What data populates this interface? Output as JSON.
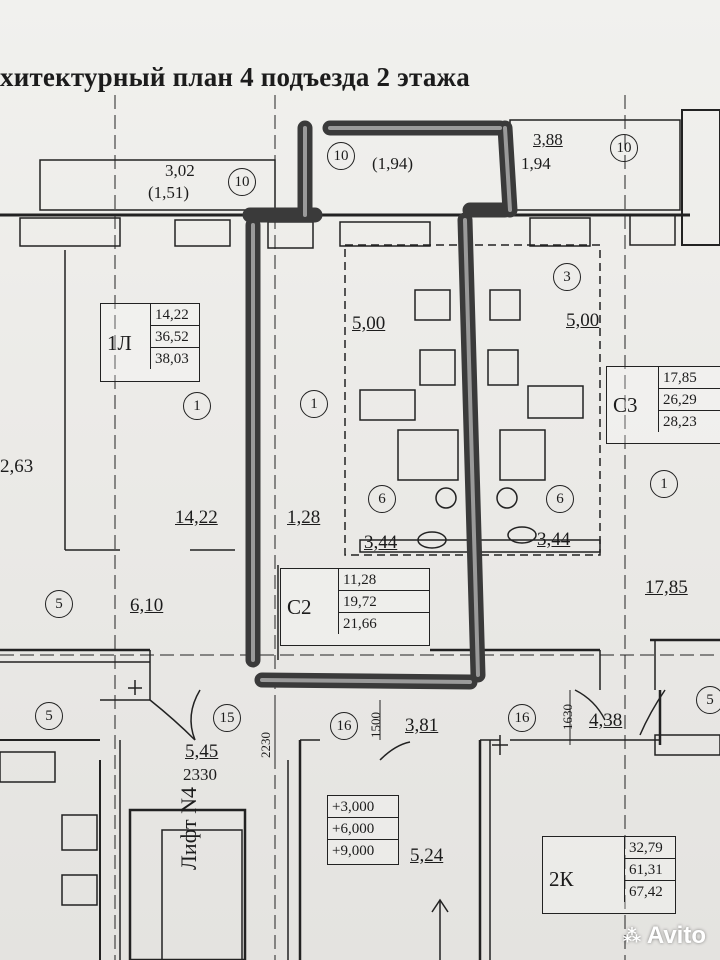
{
  "title": "хитектурный план 4 подъезда 2 этажа",
  "balconies": {
    "left_area": "3,02",
    "left_area_half": "(1,51)",
    "left_code": "10",
    "middle_code": "10",
    "middle_area_half": "(1,94)",
    "right_area": "3,88",
    "right_area_half": "1,94",
    "right_code": "10"
  },
  "apartment_1L": {
    "code": "1Л",
    "values": [
      "14,22",
      "36,52",
      "38,03"
    ]
  },
  "apartment_C2": {
    "code": "С2",
    "values": [
      "11,28",
      "19,72",
      "21,66"
    ]
  },
  "apartment_C3": {
    "code": "С3",
    "values": [
      "17,85",
      "26,29",
      "28,23"
    ]
  },
  "apartment_2K": {
    "code": "2К",
    "values": [
      "32,79",
      "61,31",
      "67,42"
    ]
  },
  "rooms": {
    "left_edge_area": "2,63",
    "room_1l_area": "14,22",
    "room_c2_area": "1,28",
    "kitchen_left_area": "5,00",
    "kitchen_right_area": "5,00",
    "bath_left_area": "3,44",
    "bath_right_area": "3,44",
    "hall_left_area": "6,10",
    "room_c3_area": "17,85",
    "corridor_15_area": "5,45",
    "corridor_15_dim": "2330",
    "corridor_15_vdim": "2230",
    "corridor_16_area": "3,81",
    "corridor_16_vdim": "1500",
    "corridor_16r_area": "4,38",
    "corridor_16r_vdim": "1630",
    "stair_area": "5,24"
  },
  "markers": {
    "m1_left": "1",
    "m1_mid": "1",
    "m1_right": "1",
    "m3": "3",
    "m5_left": "5",
    "m5_lower": "5",
    "m5_right": "5",
    "m6_left": "6",
    "m6_right": "6",
    "m15": "15",
    "m16_left": "16",
    "m16_right": "16"
  },
  "levels": [
    "+3,000",
    "+6,000",
    "+9,000"
  ],
  "lift_label": "Лифт N4",
  "watermark": "Avito",
  "colors": {
    "highlight": "#3a3a3a",
    "line": "#222222"
  }
}
